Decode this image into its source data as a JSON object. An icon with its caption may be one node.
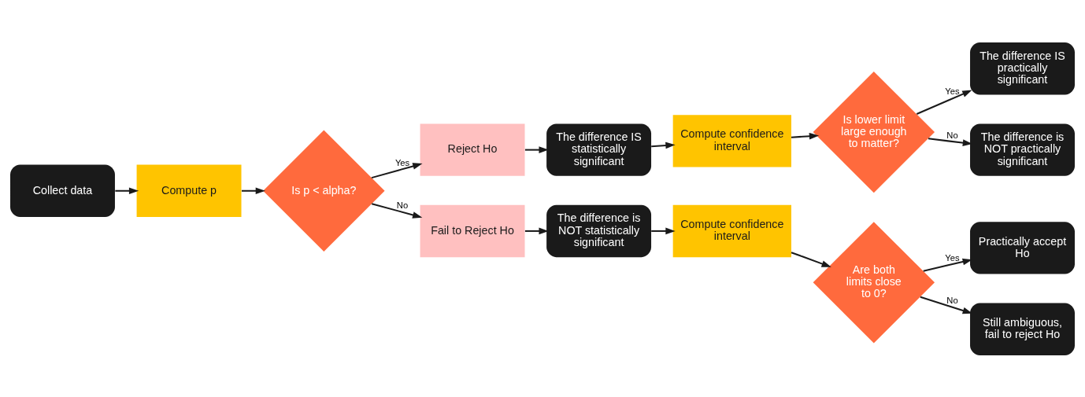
{
  "diagram": {
    "nodes": [
      {
        "text": [
          "Collect data"
        ]
      },
      {
        "text": [
          "Compute p"
        ]
      },
      {
        "text": [
          "Is p < alpha?"
        ]
      },
      {
        "text": [
          "Reject Ho"
        ]
      },
      {
        "text": [
          "The difference IS statistically significant"
        ]
      },
      {
        "text": [
          "Compute confidence interval"
        ]
      },
      {
        "text": [
          "Is lower limit large enough to matter?"
        ]
      },
      {
        "text": [
          "The difference IS practically significant"
        ]
      },
      {
        "text": [
          "The difference is NOT practically significant"
        ]
      },
      {
        "text": [
          "Fail to Reject Ho"
        ]
      },
      {
        "text": [
          "The difference is NOT statistically significant"
        ]
      },
      {
        "text": [
          "Compute confidence interval"
        ]
      },
      {
        "text": [
          "Are both limits close to 0?"
        ]
      },
      {
        "text": [
          "Practically accept Ho"
        ]
      },
      {
        "text": [
          "Still ambiguous, fail to reject Ho"
        ]
      }
    ],
    "edges": [
      {
        "from": 0,
        "to": 1,
        "arrow": "to"
      },
      {
        "from": 1,
        "to": 2,
        "arrow": "to"
      },
      {
        "from": 2,
        "to": 3,
        "arrow": "to",
        "label": "Yes"
      },
      {
        "from": 3,
        "to": 4,
        "arrow": "to"
      },
      {
        "from": 4,
        "to": 5,
        "arrow": "to"
      },
      {
        "from": 5,
        "to": 6,
        "arrow": "to"
      },
      {
        "from": 6,
        "to": 7,
        "arrow": "to",
        "label": "Yes"
      },
      {
        "from": 6,
        "to": 8,
        "arrow": "to",
        "label": "No"
      },
      {
        "from": 2,
        "to": 9,
        "arrow": "to",
        "label": "No"
      },
      {
        "from": 9,
        "to": 10,
        "arrow": "to"
      },
      {
        "from": 10,
        "to": 11,
        "arrow": "to"
      },
      {
        "from": 11,
        "to": 12,
        "arrow": "to"
      },
      {
        "from": 12,
        "to": 13,
        "arrow": "to",
        "label": "Yes"
      },
      {
        "from": 12,
        "to": 14,
        "arrow": "to",
        "label": "No"
      }
    ]
  }
}
